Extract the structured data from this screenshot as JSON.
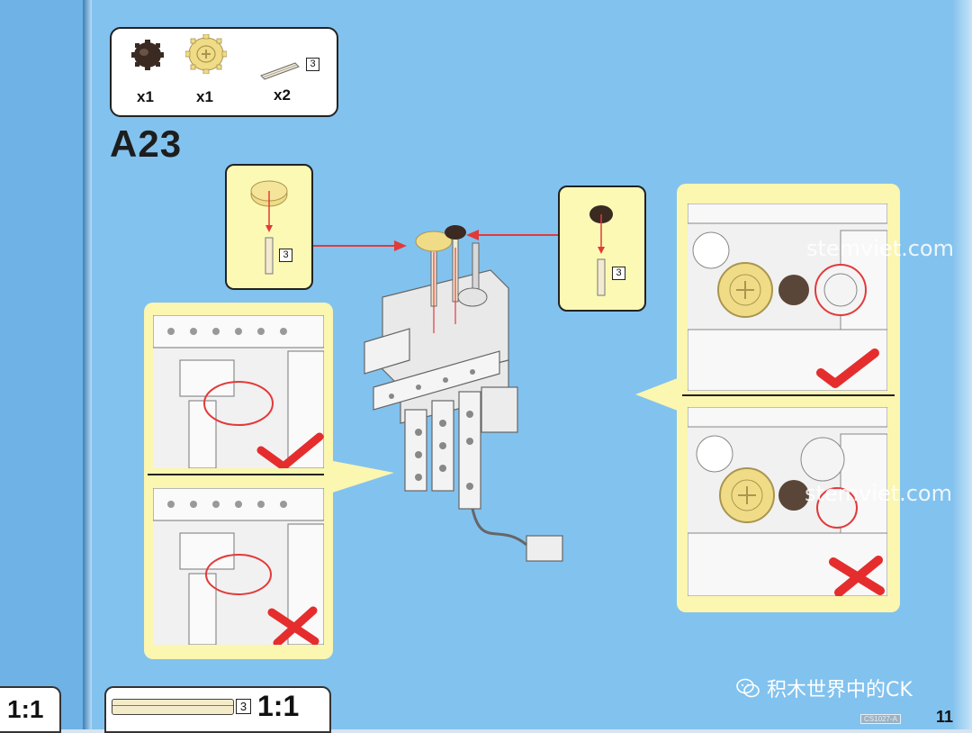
{
  "left_page": {
    "scale_label": "1:1"
  },
  "parts": [
    {
      "name": "dark brown gear",
      "qty": "x1"
    },
    {
      "name": "tan gear",
      "qty": "x1"
    },
    {
      "name": "axle",
      "qty": "x2",
      "length": "3"
    }
  ],
  "step": {
    "number": "A23"
  },
  "callout_left": {
    "axle_length": "3"
  },
  "callout_right": {
    "axle_length": "3"
  },
  "watermark": {
    "text": "stemviet.com"
  },
  "bottom_bar": {
    "axle_length": "3",
    "scale_label": "1:1"
  },
  "wechat": {
    "account": "积木世界中的CK"
  },
  "footer": {
    "code": "CS1027-A",
    "page_number": "11"
  },
  "colors": {
    "page_blue": "#82c2ee",
    "callout_yellow": "#fbf9b4",
    "arrow_red": "#e23a3a",
    "correct_mark": "#e52d2d",
    "gear_tan": "#f0dc86",
    "gear_brown": "#3a2a22"
  }
}
